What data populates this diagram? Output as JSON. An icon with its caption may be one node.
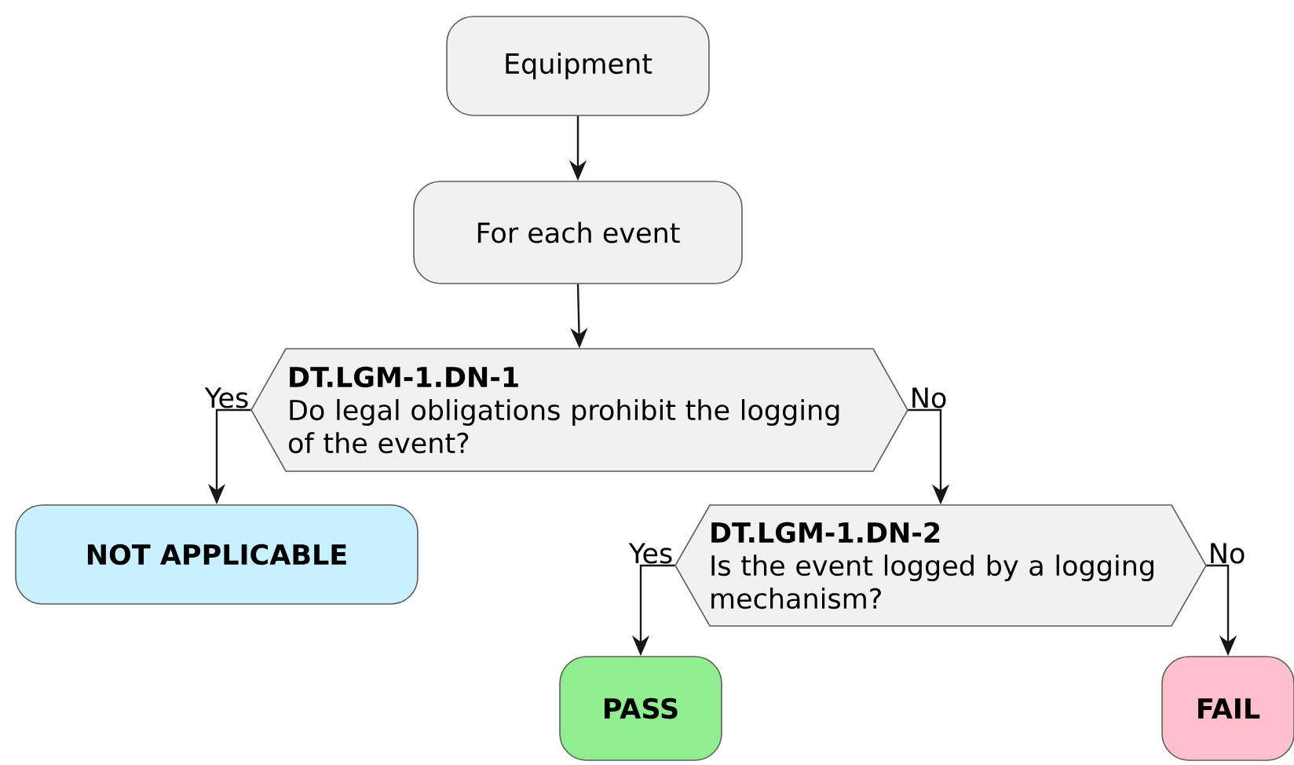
{
  "diagram": {
    "nodes": [
      {
        "text": [
          "Equipment"
        ]
      },
      {
        "text": [
          "For each event"
        ]
      },
      {
        "text": [
          "DT.LGM-1.DN-1",
          "Do legal obligations prohibit the logging of the event?"
        ]
      },
      {
        "text": [
          "NOT APPLICABLE"
        ]
      },
      {
        "text": [
          "DT.LGM-1.DN-2",
          "Is the event logged by a logging mechanism?"
        ]
      },
      {
        "text": [
          "PASS"
        ]
      },
      {
        "text": [
          "FAIL"
        ]
      }
    ],
    "edges": [
      {
        "from": 0,
        "to": 1,
        "arrow": "to"
      },
      {
        "from": 1,
        "to": 2,
        "arrow": "to"
      },
      {
        "from": 2,
        "to": 3,
        "arrow": "to",
        "label": "Yes"
      },
      {
        "from": 2,
        "to": 4,
        "arrow": "to",
        "label": "No"
      },
      {
        "from": 4,
        "to": 5,
        "arrow": "to",
        "label": "Yes"
      },
      {
        "from": 4,
        "to": 6,
        "arrow": "to",
        "label": "No"
      }
    ]
  }
}
